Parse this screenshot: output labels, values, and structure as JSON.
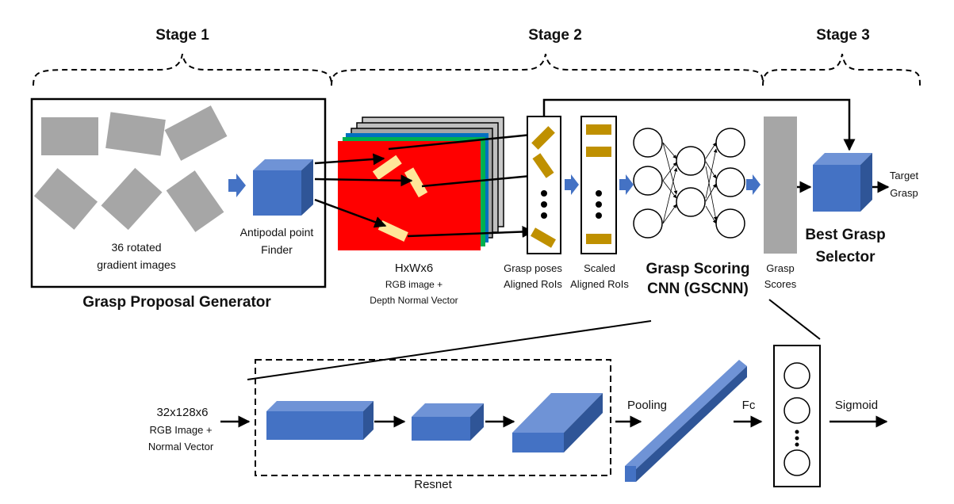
{
  "stages": {
    "stage1": "Stage 1",
    "stage2": "Stage 2",
    "stage3": "Stage 3"
  },
  "proposal_generator": {
    "gradient_caption_line1": "36 rotated",
    "gradient_caption_line2": "gradient images",
    "finder_line1": "Antipodal point",
    "finder_line2": "Finder",
    "title": "Grasp Proposal Generator"
  },
  "input_stack": {
    "dims": "HxWx6",
    "desc_line1": "RGB image +",
    "desc_line2": "Depth Normal Vector"
  },
  "rois": {
    "aligned_line1": "Grasp poses",
    "aligned_line2": "Aligned RoIs",
    "scaled_line1": "Scaled",
    "scaled_line2": "Aligned RoIs"
  },
  "gscnn": {
    "title_line1": "Grasp Scoring",
    "title_line2": "CNN (GSCNN)"
  },
  "scores": {
    "line1": "Grasp",
    "line2": "Scores"
  },
  "selector": {
    "title_line1": "Best Grasp",
    "title_line2": "Selector",
    "target_line1": "Target",
    "target_line2": "Grasp"
  },
  "detail": {
    "input_dims": "32x128x6",
    "input_desc_line1": "RGB Image +",
    "input_desc_line2": "Normal Vector",
    "resnet": "Resnet",
    "pooling": "Pooling",
    "fc": "Fc",
    "sigmoid": "Sigmoid"
  },
  "colors": {
    "box_blue_front": "#4472c4",
    "box_blue_top": "#6f93d6",
    "box_blue_side": "#2f5597",
    "rgb_red": "#ff0000",
    "depth_green": "#00b050",
    "depth_blue": "#0070c0",
    "grasp_tan": "#ffe699",
    "grasp_gold": "#bf9000",
    "gray": "#a6a6a6",
    "arrow_blue": "#4472c4"
  }
}
